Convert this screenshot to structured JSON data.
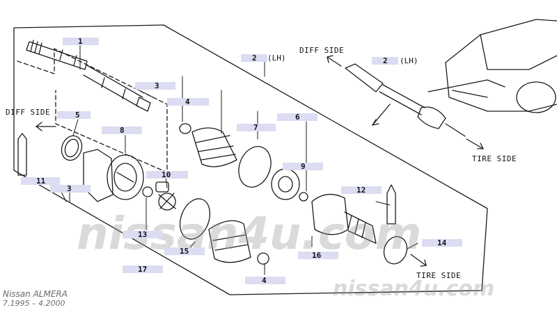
{
  "diagram": {
    "side_labels": {
      "diff_side_left": "DIFF SIDE",
      "diff_side_top": "DIFF SIDE",
      "tire_side_top": "TIRE SIDE",
      "tire_side_bottom": "TIRE SIDE"
    },
    "lh_label": "(LH)",
    "lh_label_inset": "(LH)",
    "callouts": {
      "p1": "1",
      "p2_main": "2",
      "p2_inset": "2",
      "p3_top": "3",
      "p3_left": "3",
      "p4_top": "4",
      "p4_bottom": "4",
      "p5": "5",
      "p6": "6",
      "p7": "7",
      "p8": "8",
      "p9": "9",
      "p10": "10",
      "p11": "11",
      "p12": "12",
      "p13": "13",
      "p14": "14",
      "p15": "15",
      "p16": "16",
      "p17": "17"
    }
  },
  "watermark": {
    "center": "nissan4u.com",
    "bottom_right": "nissan4u.com"
  },
  "footer": {
    "model": "Nissan ALMERA",
    "date_range": "7.1995 – 4.2000"
  },
  "colors": {
    "line": "#1a1a1a",
    "callout_bg": "#dcdcf2",
    "watermark": "#b4b4b4"
  }
}
